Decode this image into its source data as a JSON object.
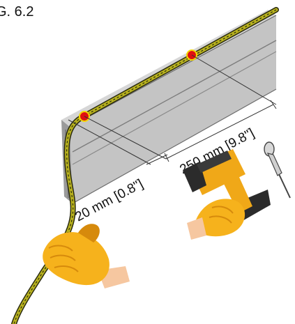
{
  "figure": {
    "label": "G. 6.2"
  },
  "dimensions": {
    "edge_offset": "20 mm [0.8\"]",
    "spacing": "250 mm [9.8\"]"
  },
  "colors": {
    "rail_top": "#d6d6d6",
    "rail_face": "#c4c4c4",
    "rail_dark": "#9a9a9a",
    "cable": "#b8b21e",
    "cable_dark": "#2a2a10",
    "marker_fill": "#e01010",
    "marker_ring": "#f5d800",
    "glove": "#f6b21c",
    "glove_shadow": "#d68a0c",
    "skin": "#f6c7a0",
    "tool_body": "#f0a818",
    "tool_dark": "#2b2b2b"
  },
  "icons": {
    "stapler": "cordless-staple-gun-icon",
    "rivet": "blind-rivet-icon",
    "left_hand": "gloved-hand-icon",
    "right_hand": "gloved-hand-icon"
  }
}
